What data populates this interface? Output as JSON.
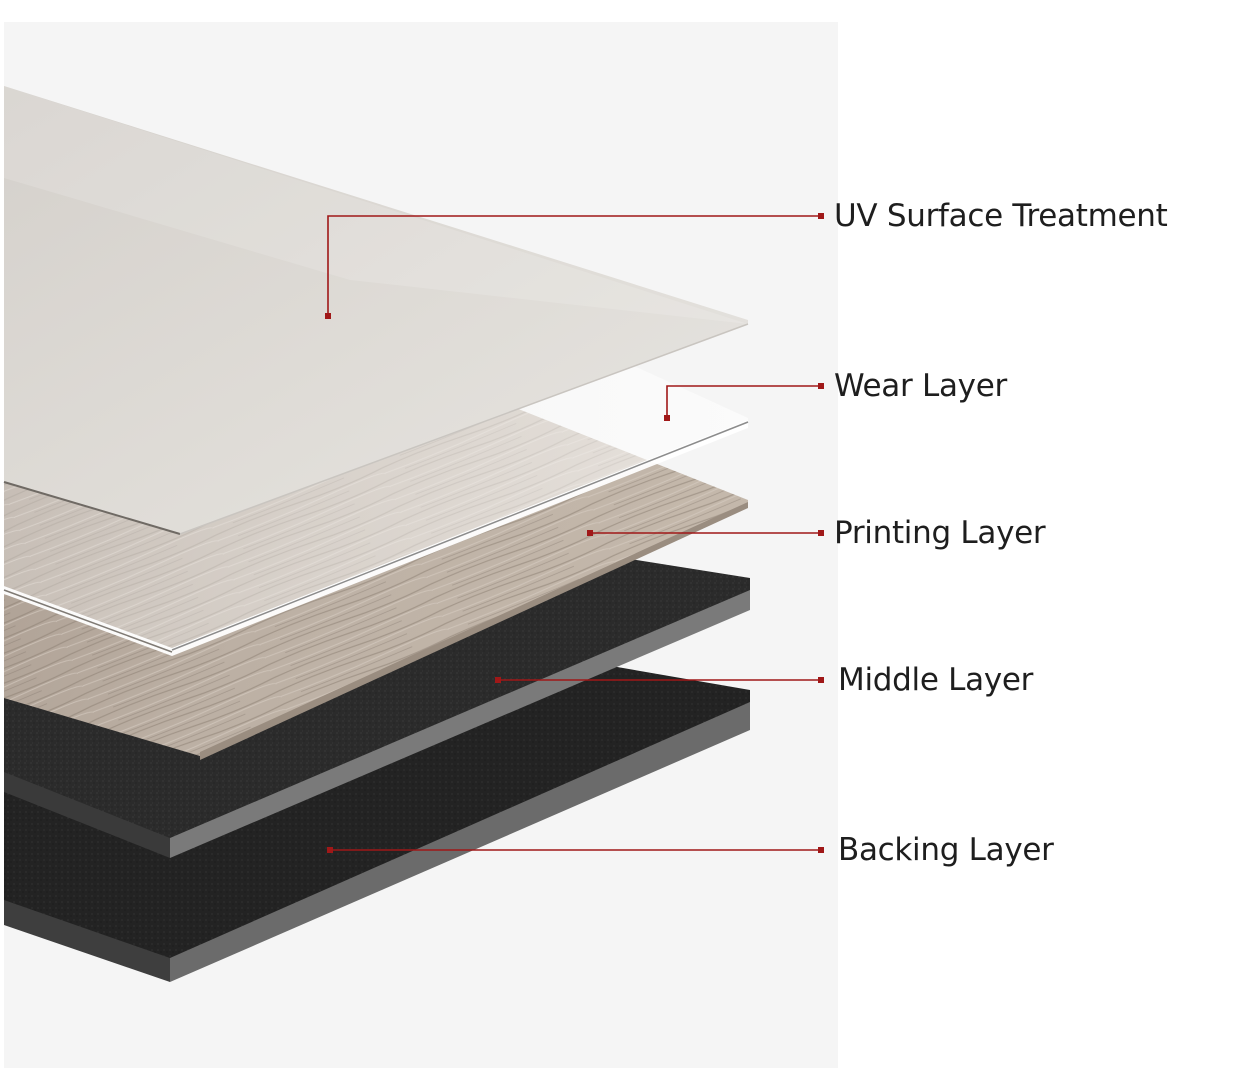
{
  "diagram": {
    "labels": [
      "UV Surface Treatment",
      "Wear Layer",
      "Printing Layer",
      "Middle Layer",
      "Backing Layer"
    ],
    "colors": {
      "background_panel": "#f5f5f5",
      "leader_line": "#a01818",
      "label_text": "#1e1e1e",
      "uv_layer": "#ddd9d3",
      "wear_layer": "#e9e9e7",
      "wood_print": "#b5a89b",
      "middle_core": "#2c2c2c",
      "backing": "#2a2a2a",
      "edge_gray": "#6d6d6d"
    }
  }
}
